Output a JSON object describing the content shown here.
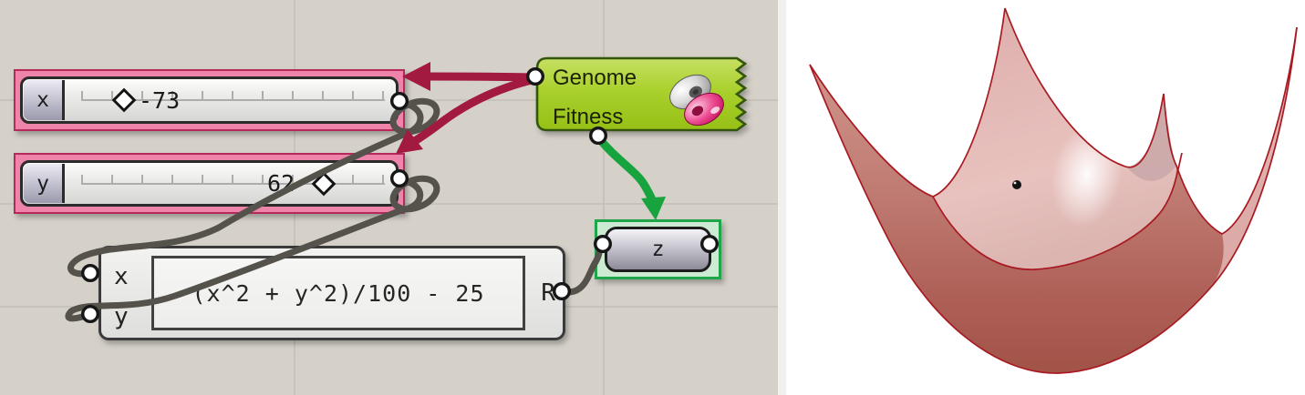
{
  "canvas": {
    "sliders": [
      {
        "label": "x",
        "value": "-73"
      },
      {
        "label": "y",
        "value": "62"
      }
    ],
    "galapagos": {
      "genome_label": "Genome",
      "fitness_label": "Fitness"
    },
    "expression": {
      "input_x": "x",
      "input_y": "y",
      "formula": "(x^2 + y^2)/100 - 25",
      "output": "R"
    },
    "z_param": {
      "label": "z"
    },
    "colors": {
      "canvas_background": "#d5d1c9",
      "gridline": "#c7c3bb",
      "selection_pink": "#ee84a9",
      "selection_pink_border": "#b5295b",
      "selection_green": "#1fa64b",
      "component_lime": "#a9d02c",
      "wire_gray": "#55524c",
      "genome_link_crimson": "#a21a40",
      "fitness_link_green": "#17a33e"
    }
  },
  "viewport": {
    "background": "#ffffff",
    "surface_name": "paraboloid-fitness-surface",
    "surface_color": "#c07c73",
    "surface_edge_color": "#a81a22",
    "point_color": "#111111"
  }
}
